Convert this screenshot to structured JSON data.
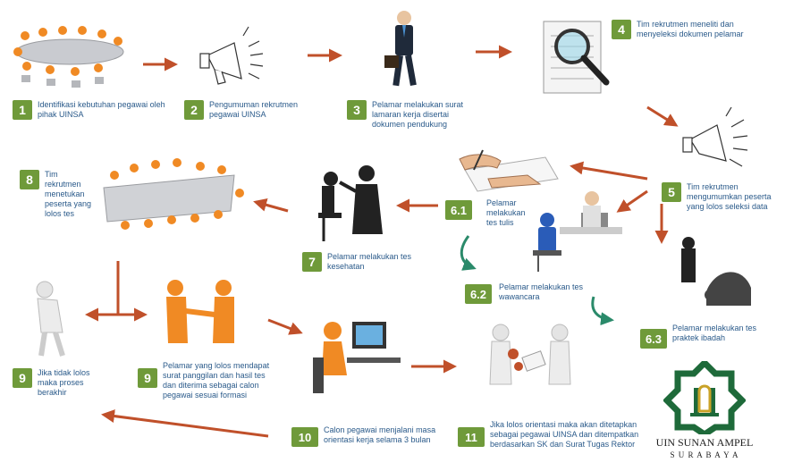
{
  "steps": [
    {
      "num": "1",
      "text": "Identifikasi kebutuhan pegawai oleh pihak UINSA"
    },
    {
      "num": "2",
      "text": "Pengumuman rekrutmen pegawai UINSA"
    },
    {
      "num": "3",
      "text": "Pelamar melakukan surat lamaran kerja disertai dokumen pendukung"
    },
    {
      "num": "4",
      "text": "Tim rekrutmen meneliti dan menyeleksi dokumen pelamar"
    },
    {
      "num": "5",
      "text": "Tim rekrutmen mengumumkan peserta yang lolos seleksi data"
    },
    {
      "num": "6.1",
      "text": "Pelamar melakukan tes tulis"
    },
    {
      "num": "6.2",
      "text": "Pelamar melakukan tes wawancara"
    },
    {
      "num": "6.3",
      "text": "Pelamar melakukan tes praktek ibadah"
    },
    {
      "num": "7",
      "text": "Pelamar melakukan tes kesehatan"
    },
    {
      "num": "8",
      "text": "Tim rekrutmen menetukan peserta yang lolos tes"
    },
    {
      "num": "9",
      "text": "Jika tidak lolos maka proses berakhir"
    },
    {
      "num": "9",
      "text": "Pelamar yang lolos mendapat surat panggilan dan hasil tes dan diterima sebagai calon pegawai sesuai formasi"
    },
    {
      "num": "10",
      "text": "Calon pegawai menjalani masa orientasi kerja selama 3 bulan"
    },
    {
      "num": "11",
      "text": "Jika lolos orientasi maka akan ditetapkan sebagai pegawai UINSA dan ditempatkan berdasarkan SK dan Surat Tugas Rektor"
    }
  ],
  "logo": {
    "line1": "UIN SUNAN AMPEL",
    "line2": "S U R A B A Y A"
  },
  "colors": {
    "badge": "#6f9a3a",
    "arrow": "#c0502a",
    "text": "#2a5a8a",
    "figure": "#f08a24"
  }
}
